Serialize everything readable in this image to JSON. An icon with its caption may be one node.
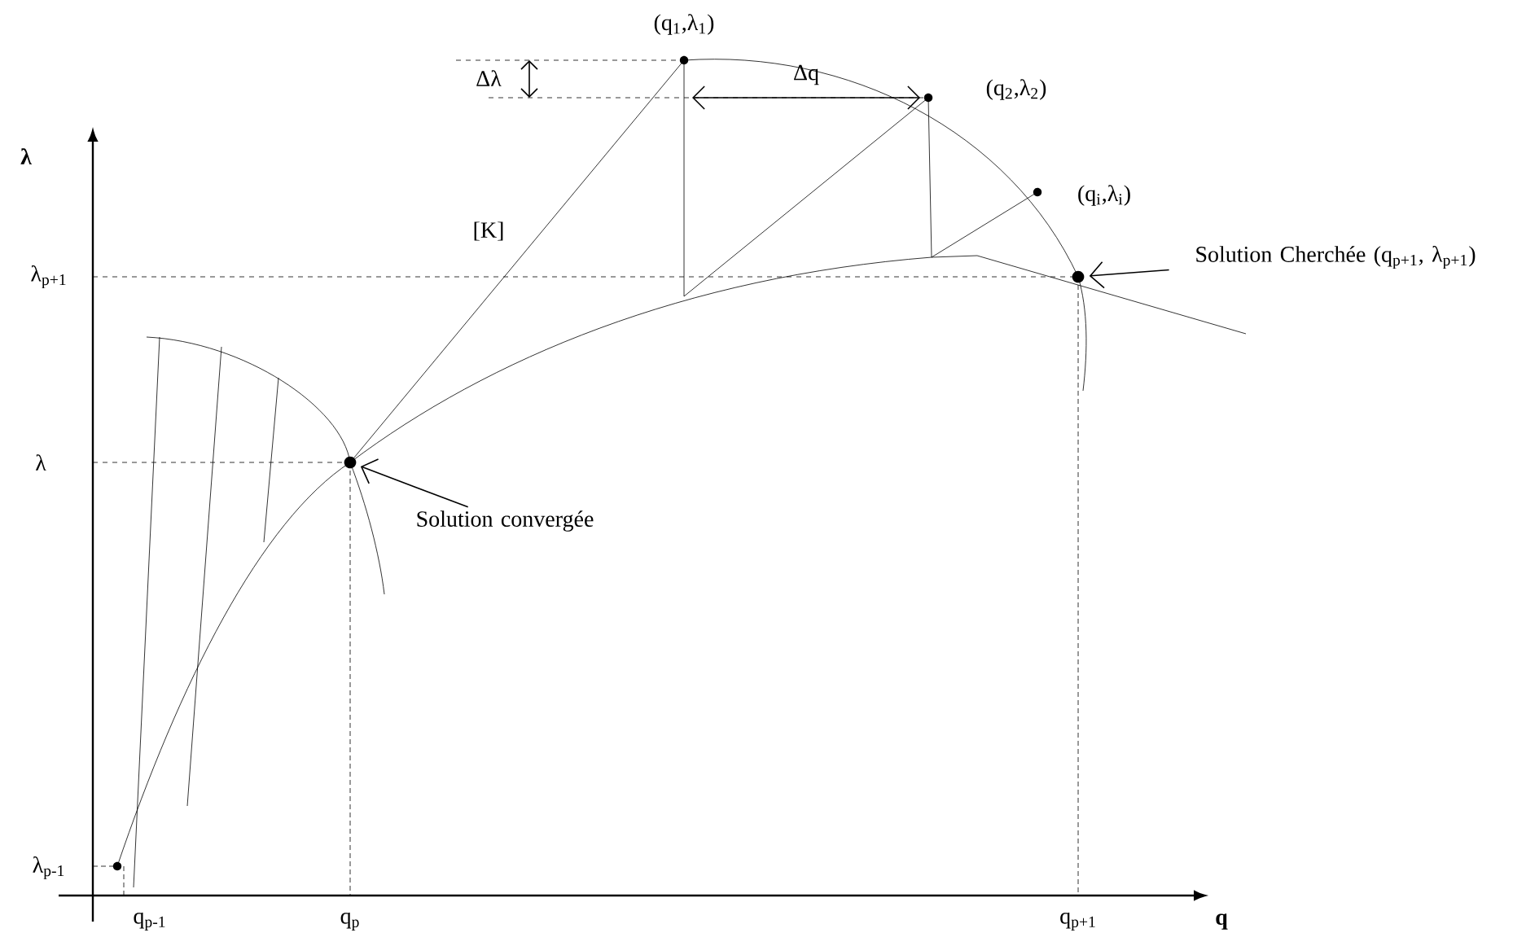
{
  "diagram": {
    "nodes": [
      {
        "text": [
          "Solution convergée"
        ]
      },
      {
        "text": [],
        "shape": "circle"
      },
      {
        "text": [
          "Solution Cherchée (q$_{p+1}$, λ$_{p+1}$)"
        ]
      },
      {
        "text": [],
        "shape": "circle"
      }
    ],
    "edges": [
      {
        "from": 0,
        "to": 1,
        "arrow": "to"
      },
      {
        "from": 2,
        "to": 3,
        "arrow": "to"
      }
    ],
    "labels": [
      "(q$_{1}$,λ$_{1}$)",
      "Δλ",
      "Δq",
      "(q$_{2}$,λ$_{2}$)",
      "λ",
      "(q$_{i}$,λ$_{i}$)",
      "[K]",
      "λ$_{p+1}$",
      "λ",
      "λ$_{p-1}$",
      "q$_{p-1}$",
      "q$_{p}$",
      "q$_{p+1}$",
      "q"
    ]
  }
}
